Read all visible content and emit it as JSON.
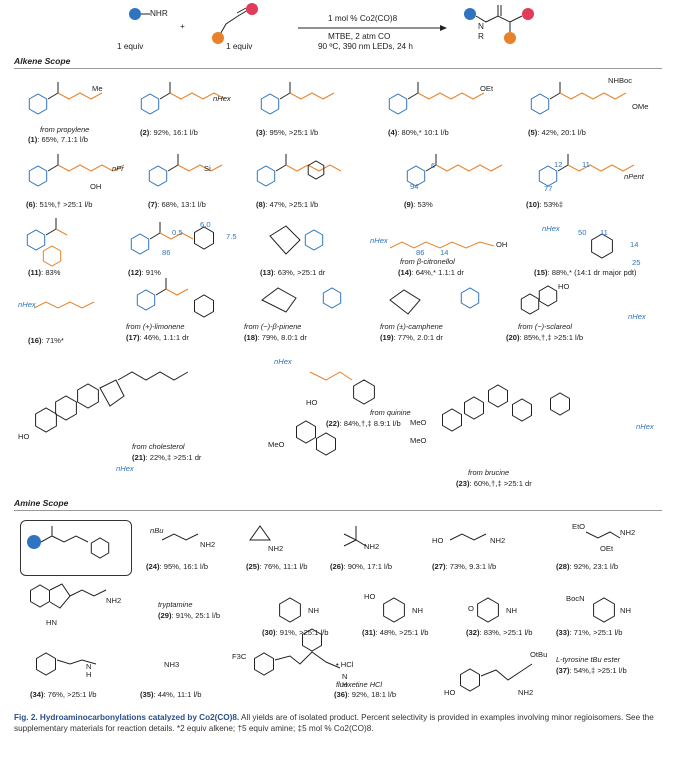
{
  "scheme": {
    "amine_label": "NHR",
    "equiv_amine": "1 equiv",
    "plus": "+",
    "equiv_alkene": "1 equiv",
    "cond1": "1 mol % Co2(CO)8",
    "cond2": "MTBE, 2 atm CO",
    "cond3": "90 ºC, 390 nm LEDs, 24 h",
    "prod_N": "N",
    "prod_R": "R"
  },
  "sections": {
    "alkene": "Alkene Scope",
    "amine": "Amine Scope"
  },
  "alkene_row1": [
    {
      "src": "from propylene",
      "num": "(1)",
      "res": ": 65%, 7.1:1 l/b",
      "grp": "Me"
    },
    {
      "num": "(2)",
      "res": ": 92%, 16:1 l/b",
      "grp": "nHex"
    },
    {
      "num": "(3)",
      "res": ": 95%, >25:1 l/b"
    },
    {
      "num": "(4)",
      "res": ": 80%,* 10:1 l/b",
      "grp": "OEt"
    },
    {
      "num": "(5)",
      "res": ": 42%, 20:1 l/b",
      "grp": "NHBoc",
      "grp2": "OMe"
    }
  ],
  "alkene_row2": [
    {
      "num": "(6)",
      "res": ": 51%,† >25:1 l/b",
      "grp": "nPr",
      "grp2": "OH"
    },
    {
      "num": "(7)",
      "res": ": 68%, 13:1 l/b",
      "grp": "Si"
    },
    {
      "num": "(8)",
      "res": ": 47%, >25:1 l/b"
    },
    {
      "num": "(9)",
      "res": ": 53%",
      "n1": "6",
      "n2": "94"
    },
    {
      "num": "(10)",
      "res": ": 53%‡",
      "n1": "12",
      "n2": "11",
      "n3": "77",
      "grp": "nPent"
    }
  ],
  "alkene_row3": [
    {
      "num": "(11)",
      "res": ": 83%"
    },
    {
      "num": "(12)",
      "res": ": 91%",
      "n1": "0.5",
      "n2": "6.0",
      "n3": "7.5",
      "n4": "86"
    },
    {
      "num": "(13)",
      "res": ": 63%, >25:1 dr"
    },
    {
      "src": "from β-citronellol",
      "num": "(14)",
      "res": ": 64%,* 1.1:1 dr",
      "grp": "nHex",
      "n1": "86",
      "n2": "14",
      "grp2": "OH"
    },
    {
      "num": "(15)",
      "res": ": 88%,* (14:1 dr major pdt)",
      "grp": "nHex",
      "n1": "50",
      "n2": "11",
      "n3": "14",
      "n4": "25"
    }
  ],
  "alkene_row4": [
    {
      "num": "(16)",
      "res": ": 71%*",
      "grp": "nHex"
    },
    {
      "src": "from (+)-limonene",
      "num": "(17)",
      "res": ": 46%, 1.1:1 dr"
    },
    {
      "src": "from (−)-β-pinene",
      "num": "(18)",
      "res": ": 79%, 8.0:1 dr"
    },
    {
      "src": "from (±)-camphene",
      "num": "(19)",
      "res": ": 77%, 2.0:1 dr"
    },
    {
      "src": "from (−)-sclareol",
      "num": "(20)",
      "res": ": 85%,†,‡ >25:1 l/b",
      "grp": "nHex",
      "grp2": "HO"
    }
  ],
  "alkene_row5": [
    {
      "src": "from cholesterol",
      "num": "(21)",
      "res": ": 22%,‡ >25:1 dr",
      "grp": "nHex",
      "grp2": "HO"
    },
    {
      "src": "from quinine",
      "num": "(22)",
      "res": ": 84%,†,‡ 8.9:1 l/b",
      "grp": "nHex",
      "grp2": "MeO",
      "grp3": "HO"
    },
    {
      "src": "from brucine",
      "num": "(23)",
      "res": ": 60%,†,‡ >25:1 dr",
      "grp": "nHex",
      "grp2": "MeO",
      "grp3": "MeO"
    }
  ],
  "amine_row1": [
    {
      "num": "(24)",
      "res": ": 95%, 16:1 l/b",
      "grp": "nBu",
      "grp2": "NH2"
    },
    {
      "num": "(25)",
      "res": ": 76%, 11:1 l/b",
      "grp2": "NH2"
    },
    {
      "num": "(26)",
      "res": ": 90%, 17:1 l/b",
      "grp2": "NH2"
    },
    {
      "num": "(27)",
      "res": ": 73%, 9.3:1 l/b",
      "grp": "HO",
      "grp2": "NH2"
    },
    {
      "num": "(28)",
      "res": ": 92%, 23:1 l/b",
      "grp": "EtO",
      "grp2": "NH2",
      "grp3": "OEt"
    }
  ],
  "amine_row2": [
    {
      "src": "tryptamine",
      "num": "(29)",
      "res": ": 91%, 25:1 l/b",
      "grp": "NH2",
      "grp2": "HN"
    },
    {
      "num": "(30)",
      "res": ": 91%, >25:1 l/b",
      "grp": "NH"
    },
    {
      "num": "(31)",
      "res": ": 48%, >25:1 l/b",
      "grp": "HO",
      "grp2": "NH"
    },
    {
      "num": "(32)",
      "res": ": 83%, >25:1 l/b",
      "grp": "O",
      "grp2": "NH"
    },
    {
      "num": "(33)",
      "res": ": 71%, >25:1 l/b",
      "grp": "BocN",
      "grp2": "NH"
    }
  ],
  "amine_row3": [
    {
      "num": "(34)",
      "res": ": 76%, >25:1 l/b",
      "grp": "N",
      "grp2": "H"
    },
    {
      "num": "(35)",
      "res": ": 44%, 11:1 l/b",
      "grp": "NH3"
    },
    {
      "src": "fluoxetine HCl",
      "num": "(36)",
      "res": ": 92%, 18:1 l/b",
      "grp": "F3C",
      "grp2": "• HCl",
      "grp3": "N",
      "grp4": "H"
    },
    {
      "src": "L-tyrosine tBu ester",
      "num": "(37)",
      "res": ": 54%,‡ >25:1 l/b",
      "grp": "HO",
      "grp2": "NH2",
      "grp3": "OtBu"
    }
  ],
  "caption": {
    "title": "Fig. 2. Hydroaminocarbonylations catalyzed by Co2(CO)8.",
    "body": " All yields are of isolated product. Percent selectivity is provided in examples involving minor regioisomers. See the supplementary materials for reaction details. *2 equiv alkene; †5 equiv amine; ‡5 mol % Co2(CO)8."
  },
  "colors": {
    "blue": "#2f74c0",
    "orange": "#e8822a",
    "red": "#e23a5a",
    "ink": "#222222",
    "rule": "#999999"
  }
}
